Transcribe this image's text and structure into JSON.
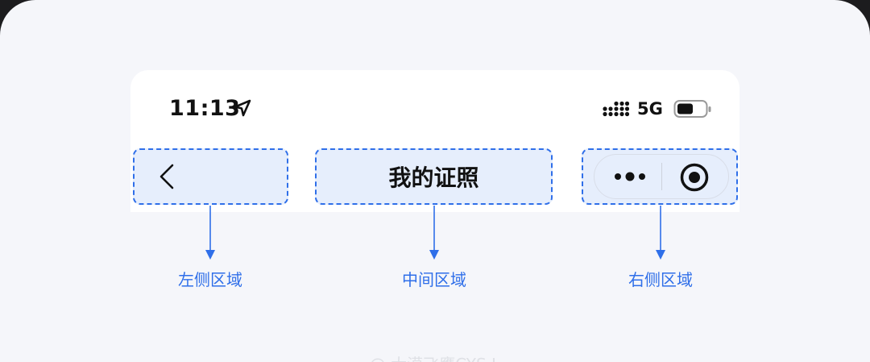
{
  "status_bar": {
    "time": "11:13",
    "network": "5G",
    "icons": [
      "location-arrow-icon",
      "signal-bars-icon",
      "battery-icon"
    ]
  },
  "nav_bar": {
    "title": "我的证照",
    "back_icon": "chevron-left-icon",
    "more_icon": "more-dots-icon",
    "close_icon": "close-target-icon"
  },
  "annotations": {
    "left_label": "左侧区域",
    "center_label": "中间区域",
    "right_label": "右侧区域"
  },
  "watermark": "@ 大漠飞鹰CYS.L",
  "colors": {
    "accent": "#2f6fe9",
    "region_fill": "#e6eefc",
    "page_bg": "#f5f6fa",
    "text": "#111111"
  }
}
